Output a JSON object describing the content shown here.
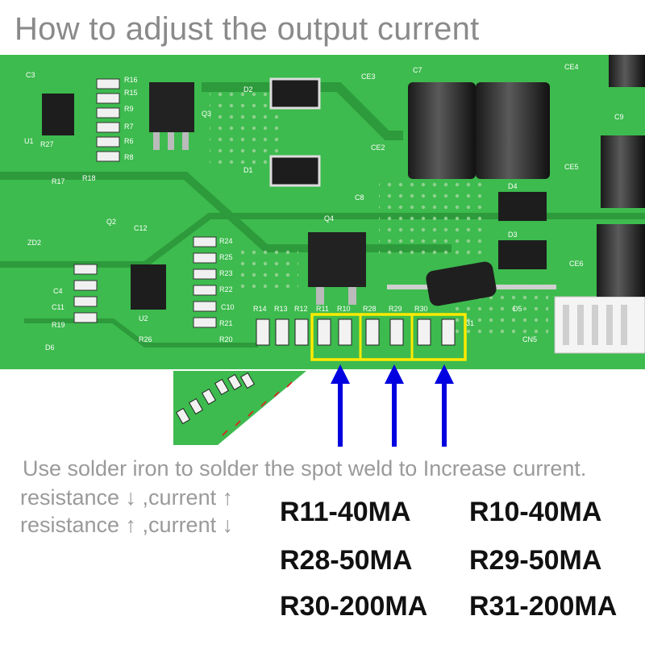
{
  "title": "How to adjust the output current",
  "instruction": "Use solder iron to solder the spot weld to Increase current.",
  "notes": [
    "resistance ↓ ,current ↑",
    "resistance ↑ ,current ↓"
  ],
  "mappings": [
    "R11-40MA",
    "R10-40MA",
    "R28-50MA",
    "R29-50MA",
    "R30-200MA",
    "R31-200MA"
  ],
  "board_labels": {
    "r11": "R11",
    "r10": "R10",
    "r28": "R28",
    "r29": "R29",
    "r30": "R30",
    "r31": "31",
    "r14": "R14",
    "r13": "R13",
    "r12": "R12",
    "r24": "R24",
    "r25": "R25",
    "r23": "R23",
    "r22": "R22",
    "r21": "R21",
    "r20": "R20",
    "r26": "R26",
    "c3": "C3",
    "c4": "C4",
    "c11": "C11",
    "c12": "C12",
    "c10": "C10",
    "c7": "C7",
    "c8": "C8",
    "c9": "C9",
    "ce2": "CE2",
    "ce3": "CE3",
    "ce4": "CE4",
    "ce5": "CE5",
    "ce6": "CE6",
    "u1": "U1",
    "u2": "U2",
    "q2": "Q2",
    "q3": "Q3",
    "q4": "Q4",
    "d1": "D1",
    "d2": "D2",
    "d3": "D3",
    "d4": "D4",
    "d5": "D5",
    "d6": "D6",
    "zd2": "ZD2",
    "r15": "R15",
    "r16": "R16",
    "r9": "R9",
    "r7": "R7",
    "r6": "R6",
    "r8": "R8",
    "r17": "R17",
    "r18": "R18",
    "r19": "R19",
    "r27": "R27",
    "cn5": "CN5"
  },
  "colors": {
    "board": "#3dbb4e",
    "board_dark": "#2a8f3a",
    "highlight": "#ffea00",
    "arrow_blue": "#0000e0",
    "arrow_red": "#e02020"
  }
}
